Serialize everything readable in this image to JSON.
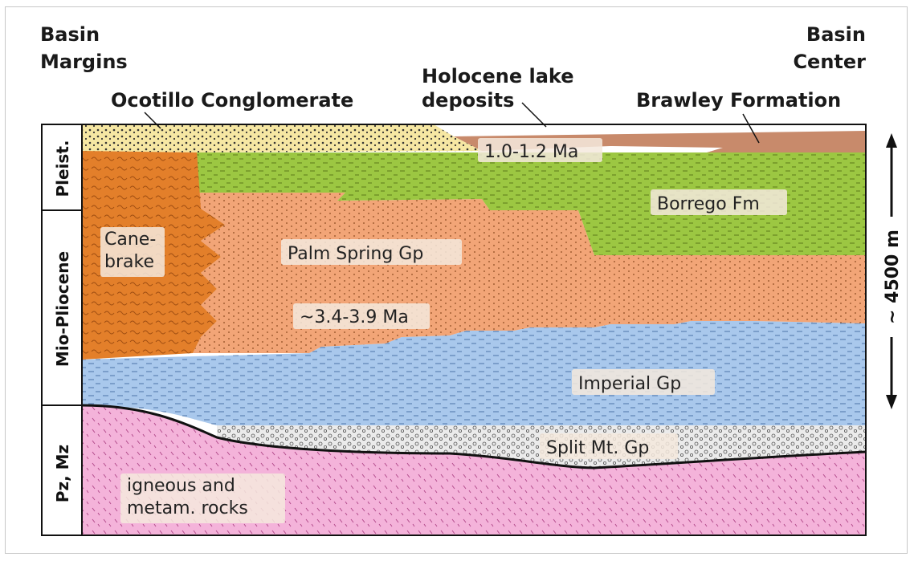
{
  "header": {
    "basin_margins": "Basin\nMargins",
    "basin_center": "Basin\nCenter",
    "ocotillo": "Ocotillo Conglomerate",
    "holocene": "Holocene lake\ndeposits",
    "brawley": "Brawley Formation"
  },
  "periods": {
    "pleist": "Pleist.",
    "mio_pliocene": "Mio-Pliocene",
    "pz_mz": "Pz, Mz"
  },
  "units": {
    "cane": "Cane-\nbrake",
    "palm_spring": "Palm Spring Gp",
    "borrego": "Borrego Fm",
    "imperial": "Imperial Gp",
    "split_mt": "Split Mt. Gp",
    "igneous": "igneous and\nmetam. rocks"
  },
  "ages": {
    "age_1": "1.0-1.2 Ma",
    "age_2": "~3.4-3.9 Ma"
  },
  "scale": {
    "thickness": "~ 4500 m"
  },
  "colors": {
    "conglomerate": "#f6e7a3",
    "brawley": "#c88a6b",
    "borrego": "#9cc742",
    "palm_spring": "#f2a577",
    "canebrake": "#e37f2a",
    "imperial": "#a9c8ec",
    "split_mt": "#ebebeb",
    "basement": "#f4b3da"
  }
}
